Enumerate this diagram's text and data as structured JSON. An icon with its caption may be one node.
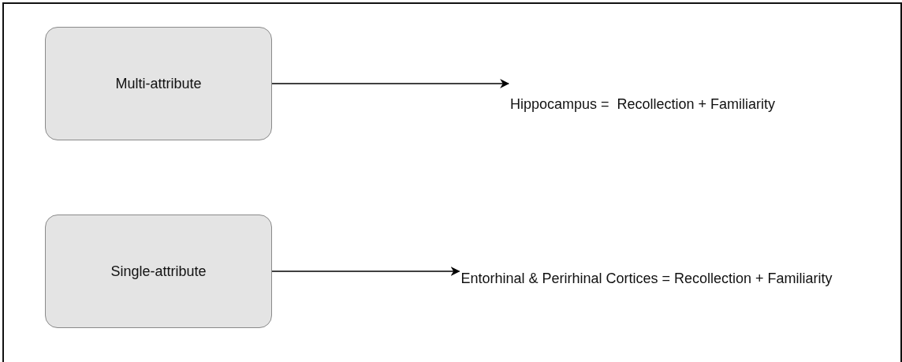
{
  "diagram": {
    "nodes": [
      {
        "text": [
          "Multi-attribute"
        ]
      },
      {
        "text": [
          "Hippocampus =  Recollection + Familiarity"
        ]
      },
      {
        "text": [
          "Single-attribute"
        ]
      },
      {
        "text": [
          "Entorhinal & Perirhinal Cortices = Recollection + Familiarity"
        ]
      }
    ],
    "edges": [
      {
        "from": 0,
        "to": 1,
        "arrow": "to"
      },
      {
        "from": 2,
        "to": 3,
        "arrow": "to"
      }
    ]
  }
}
